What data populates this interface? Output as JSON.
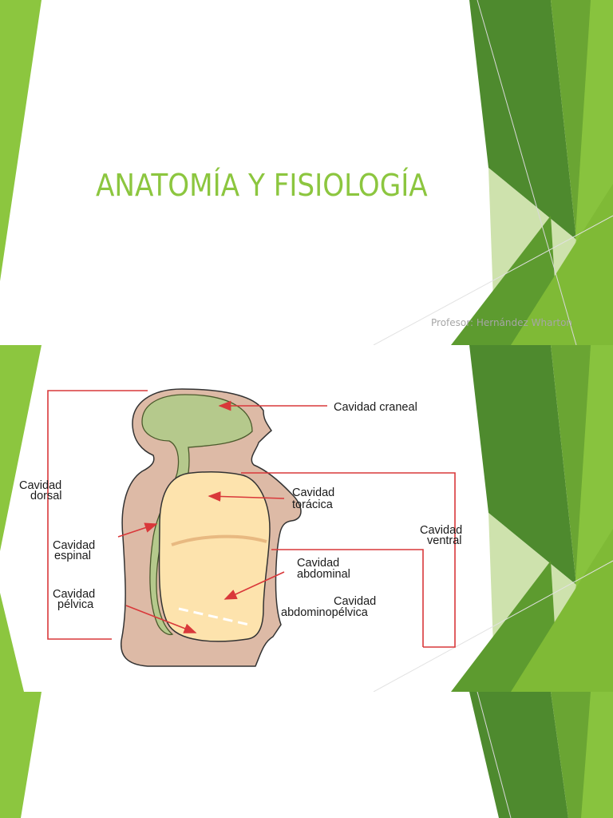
{
  "slides": [
    {
      "title": "ANATOMÍA Y FISIOLOGÍA",
      "subtitle": "Profesor: Hernández Wharton"
    },
    {
      "diagram": {
        "labels": {
          "craneal": "Cavidad craneal",
          "dorsal_1": "Cavidad",
          "dorsal_2": "dorsal",
          "toracica_1": "Cavidad",
          "toracica_2": "torácica",
          "ventral_1": "Cavidad",
          "ventral_2": "ventral",
          "espinal_1": "Cavidad",
          "espinal_2": "espinal",
          "abdominal_1": "Cavidad",
          "abdominal_2": "abdominal",
          "pelvica_1": "Cavidad",
          "pelvica_2": "pélvica",
          "abdominopelvica_1": "Cavidad",
          "abdominopelvica_2": "abdominopélvica"
        }
      }
    },
    {}
  ],
  "colors": {
    "title_green": "#8cc63f",
    "deco_dark_green": "#4e8a2e",
    "deco_mid_green": "#6aa533",
    "deco_light_green": "#8cc63f",
    "skin": "#ddbaa6",
    "cranial_spinal": "#b5c98c",
    "ventral_cavity": "#fde3ad",
    "bracket_red": "#d9383a"
  }
}
